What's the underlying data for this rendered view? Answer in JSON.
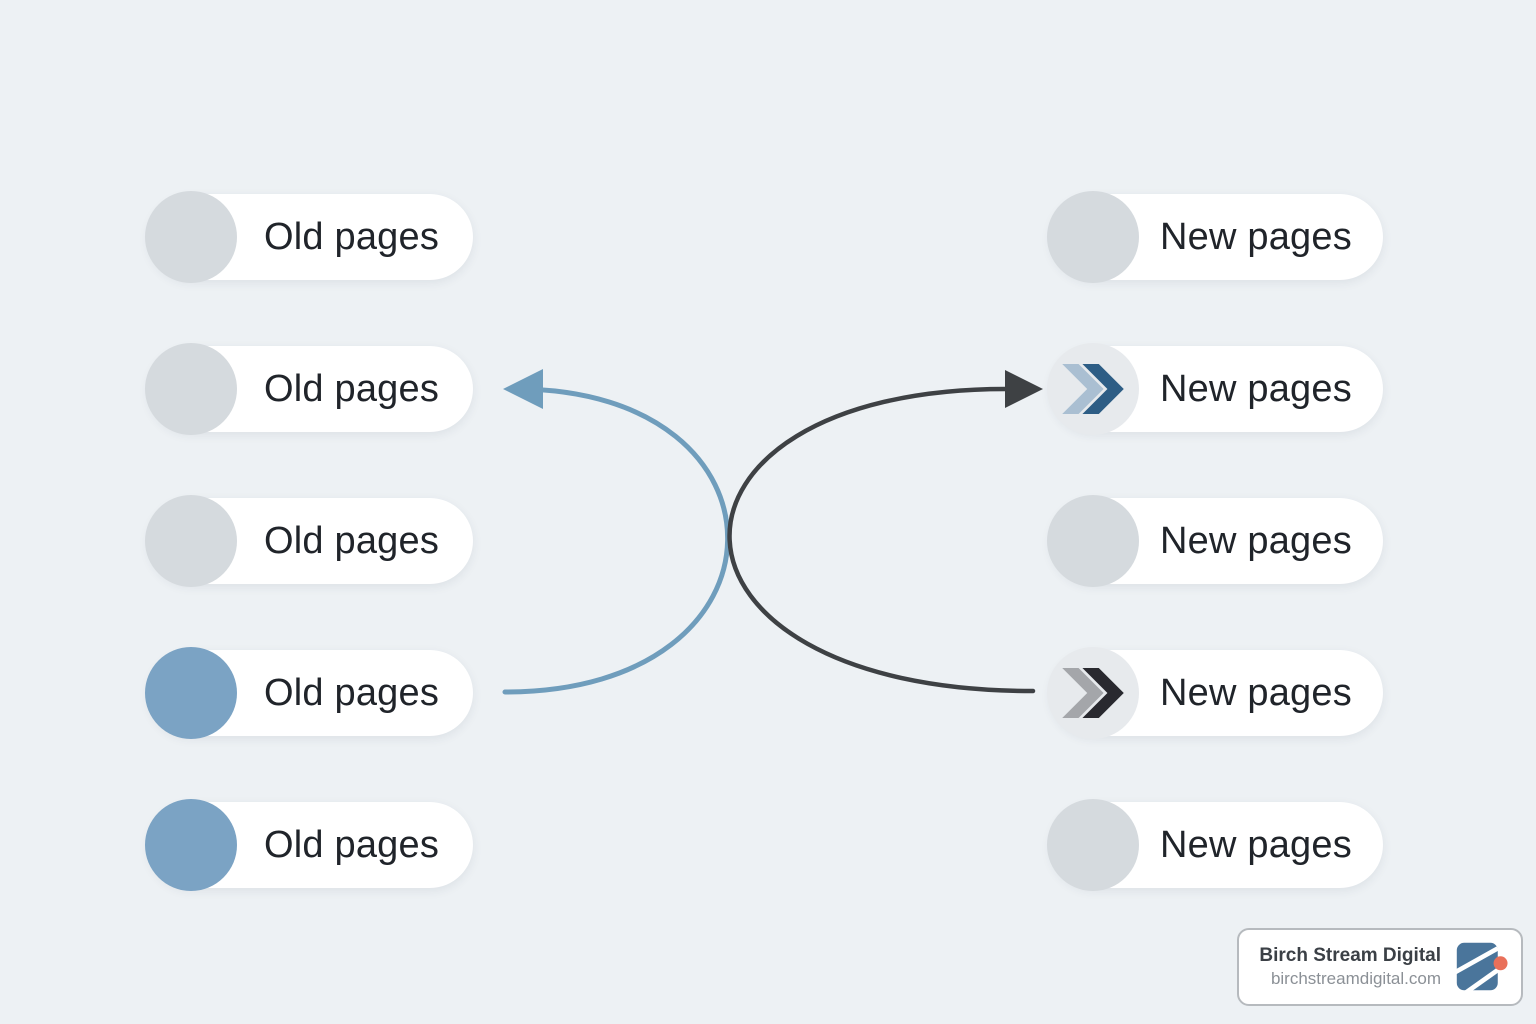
{
  "page": {
    "background": "#edf1f4",
    "description_type": "diagram"
  },
  "left_column": {
    "items": [
      {
        "label": "Old pages",
        "circle_style": "gray"
      },
      {
        "label": "Old pages",
        "circle_style": "gray"
      },
      {
        "label": "Old pages",
        "circle_style": "gray"
      },
      {
        "label": "Old pages",
        "circle_style": "blue"
      },
      {
        "label": "Old pages",
        "circle_style": "blue"
      }
    ]
  },
  "right_column": {
    "items": [
      {
        "label": "New pages",
        "icon": "none"
      },
      {
        "label": "New pages",
        "icon": "double-chevron-blue"
      },
      {
        "label": "New pages",
        "icon": "none"
      },
      {
        "label": "New pages",
        "icon": "double-chevron-dark"
      },
      {
        "label": "New pages",
        "icon": "none"
      }
    ]
  },
  "connectors": {
    "blue_arrow": {
      "from": "old-pages-4",
      "to": "old-pages-2",
      "arrowhead": "left",
      "color": "#6f9dbc"
    },
    "dark_arrow": {
      "from": "new-pages-4",
      "to": "new-pages-2",
      "arrowhead": "right",
      "color": "#3e4144"
    }
  },
  "branding_card": {
    "title": "Birch Stream Digital",
    "website": "birchstreamdigital.com"
  },
  "colors": {
    "background": "#edf1f4",
    "pill_bg": "#ffffff",
    "text": "#20242a",
    "circle_gray": "#d5dade",
    "circle_blue": "#7ba3c4",
    "circle_light": "#e7eaed",
    "connector_blue": "#6f9dbc",
    "connector_dark": "#3e4144",
    "chevron_blue_back": "#aabfd2",
    "chevron_blue_front": "#2d5d85",
    "chevron_dark_back": "#a4a6aa",
    "chevron_dark_front": "#29292f",
    "logo_blue": "#4a759b",
    "logo_orange": "#e9705a",
    "card_border": "#b6babe"
  }
}
